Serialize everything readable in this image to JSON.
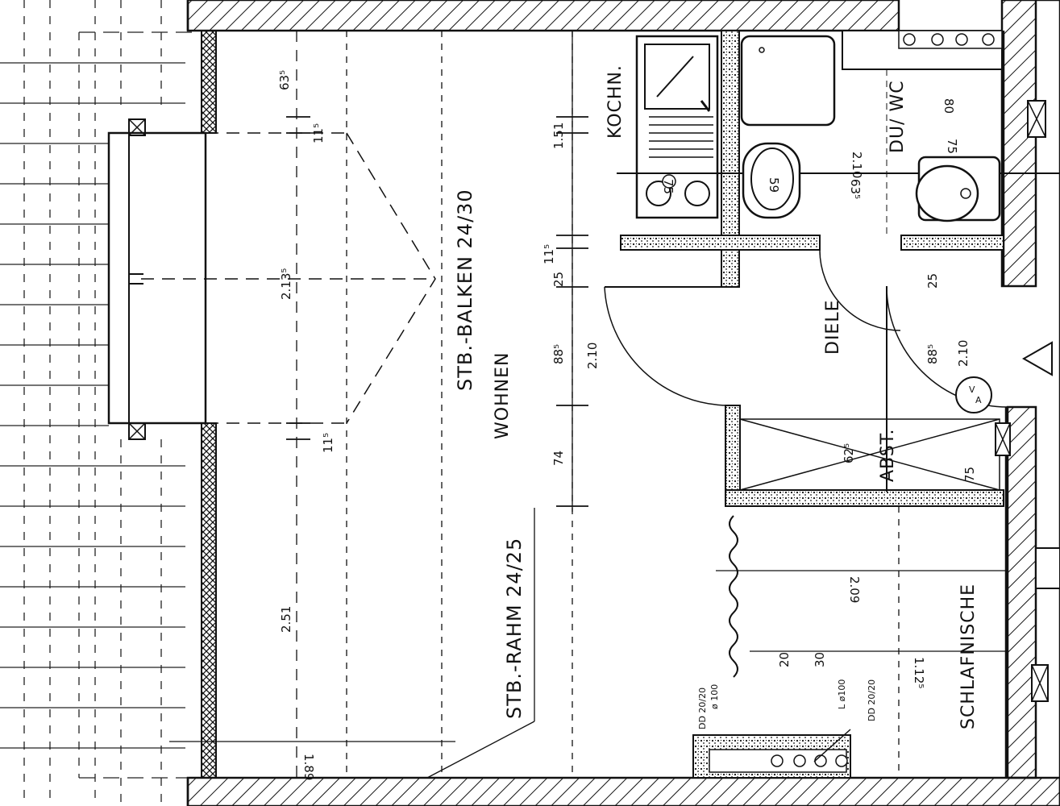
{
  "rooms": {
    "wohnen": "WOHNEN",
    "kochn": "KOCHN.",
    "du_wc": "DU/\nWC",
    "diele": "DIELE",
    "abst": "ABST.",
    "schlafnische": "SCHLAFNISCHE"
  },
  "beams": {
    "balken": "STB.-BALKEN 24/30",
    "rahm": "STB.-RAHM 24/25"
  },
  "dimensions": {
    "d_63_5": "63⁵",
    "d_11_5a": "11⁵",
    "d_2_13_5": "2.13⁵",
    "d_11_5b": "11⁵",
    "d_2_51": "2.51",
    "d_1_89": "1.89",
    "d_1_51": "1.51",
    "d_11_5c": "11⁵",
    "d_25a": "25",
    "d_88_5a": "88⁵",
    "d_2_10a": "2.10",
    "d_74": "74",
    "d_2_10b": "2.10",
    "d_63_5b": "63⁵",
    "d_80": "80",
    "d_75": "75",
    "d_25b": "25",
    "d_88_5b": "88⁵",
    "d_2_10c": "2.10",
    "d_2_09": "2.09",
    "d_62_5": "62⁵",
    "d_75b": "75",
    "d_1_12_5": "1.12⁵",
    "d_20": "20",
    "d_30": "30",
    "d_59": "59",
    "d_75c": "75"
  },
  "notes": {
    "dd_left_a": "DD 20/20",
    "dd_left_b": "ø 100",
    "lamp": "L ø100",
    "dd_right": "DD 20/20",
    "meter_v": "V",
    "meter_a": "A"
  }
}
